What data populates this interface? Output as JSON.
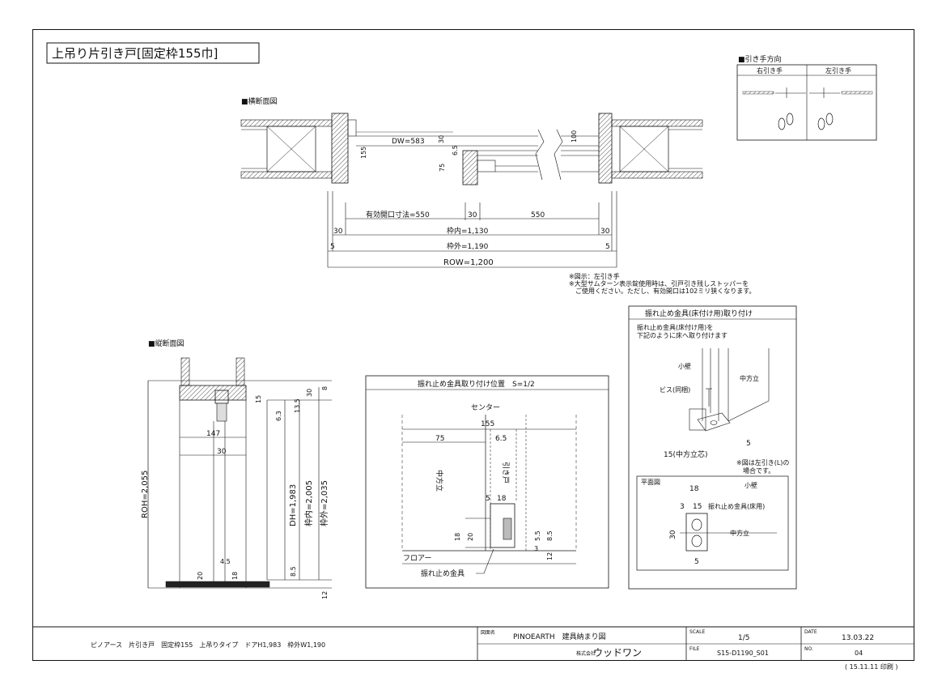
{
  "title": "上吊り片引き戸[固定枠155巾]",
  "plan_section": {
    "heading": "■横断面図",
    "labels": {
      "dw": "DW=583",
      "d30": "30",
      "d6_5": "6.5",
      "d75": "75",
      "d155": "155",
      "d100": "100",
      "opening_left": "有効開口寸法=550",
      "open_30": "30",
      "open_550": "550",
      "inner_30_l": "30",
      "inner": "枠内=1,130",
      "inner_30_r": "30",
      "outer_5_l": "5",
      "outer": "枠外=1,190",
      "outer_5_r": "5",
      "row": "ROW=1,200"
    }
  },
  "notes": [
    "※図示：左引き手",
    "※大型サムターン表示錠使用時は、引戸引き残しストッパーを",
    "　ご使用ください。ただし、有効開口は102ミリ狭くなります。"
  ],
  "handle_direction": {
    "heading": "■引き手方向",
    "right": "右引き手",
    "left": "左引き手"
  },
  "vertical_section": {
    "heading": "■縦断面図",
    "labels": {
      "roh": "ROH=2,055",
      "dh": "DH=1,983",
      "inner": "枠内=2,005",
      "outer": "枠外=2,035",
      "d147": "147",
      "d30": "30",
      "d15": "15",
      "d6_3": "6.3",
      "d13_5": "13.5",
      "d30b": "30",
      "d8": "8",
      "d4_5": "4.5",
      "d20": "20",
      "d18": "18",
      "d8_5": "8.5",
      "d12": "12"
    }
  },
  "stopper_position": {
    "heading": "振れ止め金具取り付け位置　S=1/2",
    "center": "センター",
    "d155": "155",
    "d75": "75",
    "d6_5": "6.5",
    "mid_post": "中方立",
    "door": "引き戸",
    "d5": "5",
    "d18": "18",
    "d18b": "18",
    "d20": "20",
    "d5_5": "5.5",
    "d8_5": "8.5",
    "d3": "3",
    "d12": "12",
    "floor": "フロアー",
    "stopper": "振れ止め金具"
  },
  "stopper_install": {
    "heading": "振れ止め金具(床付け用)取り付け",
    "desc1": "振れ止め金具(床付け用)を",
    "desc2": "下記のように床へ取り付けます",
    "small_wall": "小壁",
    "mid_post": "中方立",
    "screw": "ビス(同梱)",
    "d5": "5",
    "center_note": "15(中方立芯)",
    "note1": "※図は左引き(L)の",
    "note2": "場合です。",
    "plan_label": "平面図",
    "plan_small_wall": "小壁",
    "d18": "18",
    "d3": "3",
    "d15": "15",
    "plan_stopper": "振れ止め金具(床用)",
    "d30": "30",
    "plan_mid_post": "中方立",
    "d5b": "5"
  },
  "title_block": {
    "product": "ピノアース　片引き戸　固定枠155　上吊りタイプ　ドアH1,983　枠外W1,190",
    "drawing_name_label": "図面名",
    "drawing_name": "PINOEARTH　建具納まり図",
    "company_prefix": "株式会社",
    "company": "ウッドワン",
    "scale_label": "SCALE",
    "scale": "1/5",
    "file_label": "FILE",
    "file": "S15-D1190_S01",
    "date_label": "DATE",
    "date": "13.03.22",
    "no_label": "NO.",
    "no": "04",
    "printed": "( 15.11.11 印刷 )"
  }
}
